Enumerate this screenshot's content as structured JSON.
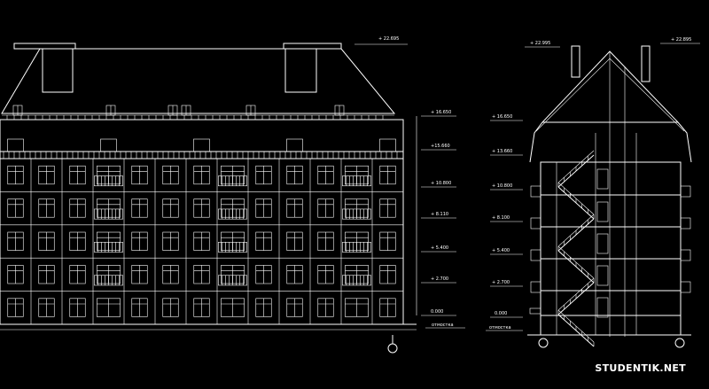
{
  "front_elevation": {
    "floors": 5,
    "bays": 13,
    "levels": [
      {
        "mark": "+ 22.695"
      },
      {
        "mark": "+ 16.650"
      },
      {
        "mark": "+15.660"
      },
      {
        "mark": "+ 10.800"
      },
      {
        "mark": "+ 8.110"
      },
      {
        "mark": "+ 5.400"
      },
      {
        "mark": "+ 2.700"
      },
      {
        "mark": "0.000"
      }
    ],
    "ground_label": "отмостка"
  },
  "section": {
    "levels": [
      {
        "mark": "+ 22.995"
      },
      {
        "mark": "+ 22.895"
      },
      {
        "mark": "+ 16.650"
      },
      {
        "mark": "+ 13.660"
      },
      {
        "mark": "+ 10.800"
      },
      {
        "mark": "+ 8.100"
      },
      {
        "mark": "+ 5.400"
      },
      {
        "mark": "+ 2.700"
      },
      {
        "mark": "0.000"
      }
    ],
    "ground_label": "отмостка"
  },
  "watermark": "STUDENTIK.NET"
}
